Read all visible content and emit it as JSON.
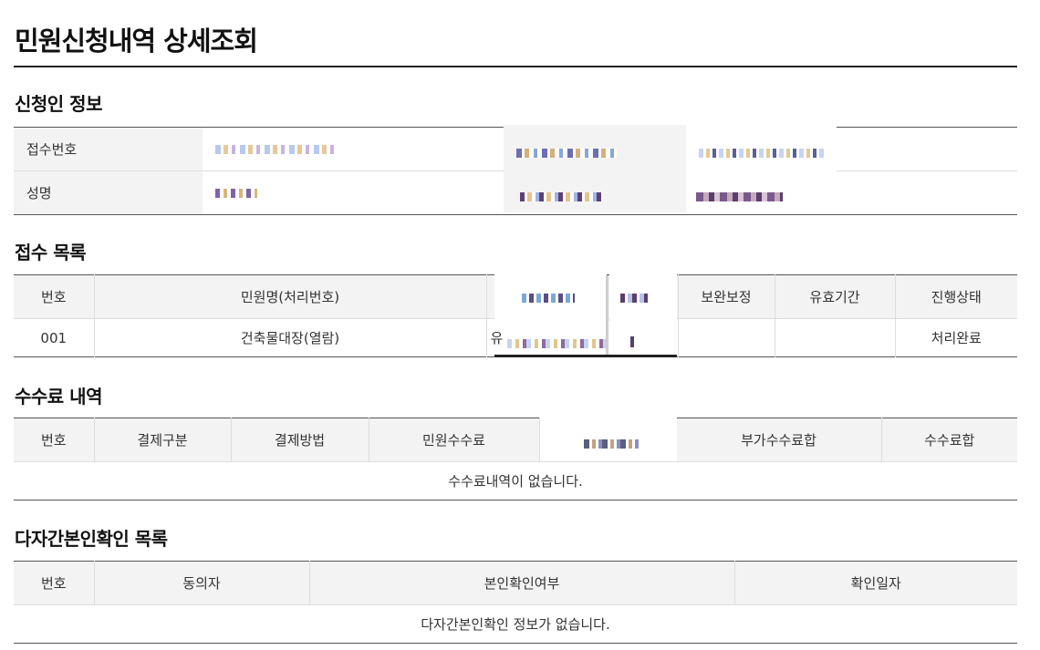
{
  "page": {
    "title": "민원신청내역 상세조회"
  },
  "applicant": {
    "title": "신청인 정보",
    "rows": [
      {
        "label": "접수번호"
      },
      {
        "label": "성명"
      }
    ]
  },
  "receipt": {
    "title": "접수 목록",
    "headers": {
      "no": "번호",
      "name": "민원명(처리번호)",
      "supplement": "보완보정",
      "validity": "유효기간",
      "status": "진행상태"
    },
    "rows": [
      {
        "no": "001",
        "name": "건축물대장(열람)",
        "status": "처리완료",
        "fragment": "유"
      }
    ]
  },
  "fees": {
    "title": "수수료 내역",
    "headers": {
      "no": "번호",
      "payment_type": "결제구분",
      "payment_method": "결제방법",
      "civil_fee": "민원수수료",
      "extra_fee_total": "부가수수료합",
      "fee_total": "수수료합"
    },
    "empty_message": "수수료내역이 없습니다."
  },
  "consent": {
    "title": "다자간본인확인 목록",
    "headers": {
      "no": "번호",
      "consenter": "동의자",
      "verified": "본인확인여부",
      "date": "확인일자"
    },
    "empty_message": "다자간본인확인 정보가 없습니다."
  }
}
